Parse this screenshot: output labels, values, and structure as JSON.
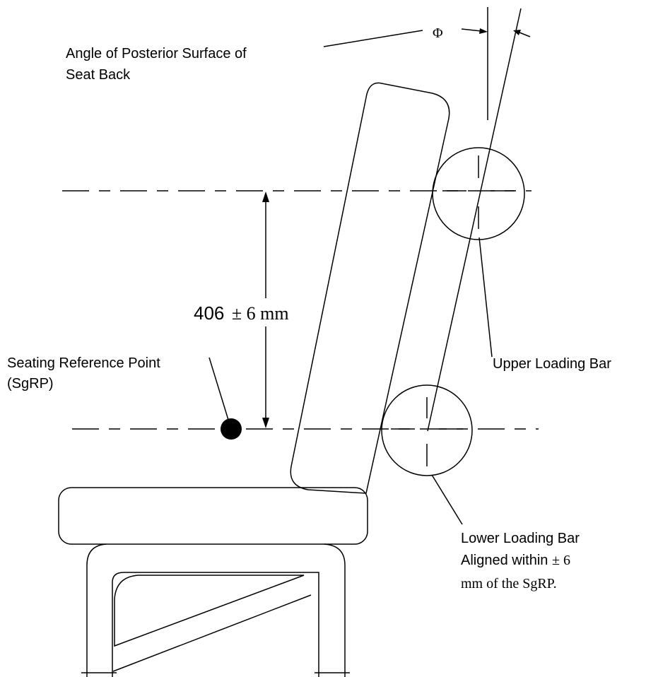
{
  "labels": {
    "phi_symbol": "Φ",
    "angle_line1": "Angle of Posterior Surface of",
    "angle_line2": "Seat Back",
    "dimension_value": "406",
    "dimension_tolerance": "± 6 mm",
    "sgrp_line1": "Seating Reference Point",
    "sgrp_line2": "(SgRP)",
    "upper_bar": "Upper Loading Bar",
    "lower_bar_line1": "Lower Loading Bar",
    "lower_bar_line2_part1": "Aligned within ",
    "lower_bar_line2_part2": "± 6",
    "lower_bar_line3": "mm of the SgRP."
  }
}
